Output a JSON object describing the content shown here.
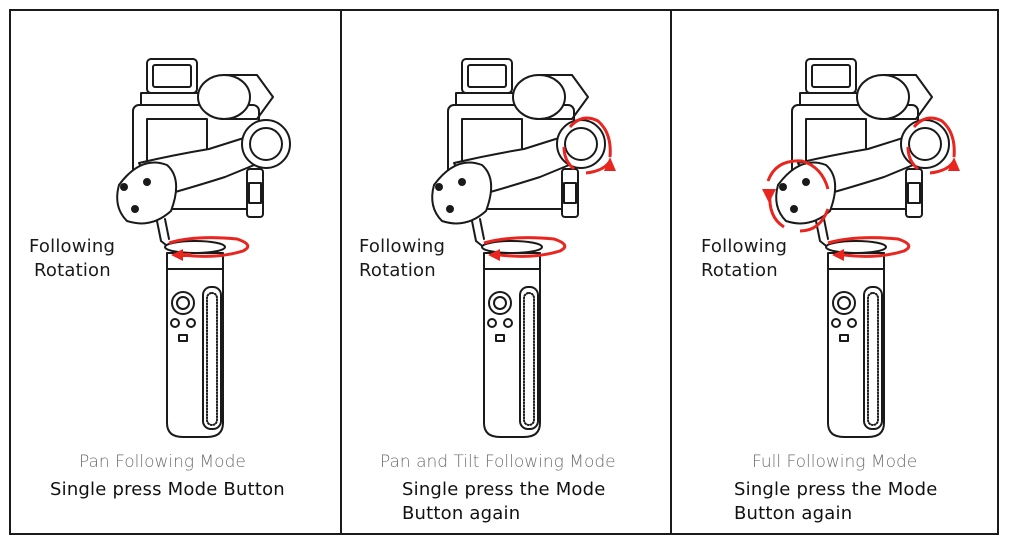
{
  "panels": [
    {
      "following_label": [
        "Following",
        "Rotation"
      ],
      "mode_title": "Pan Following Mode",
      "instruction": "Single press Mode Button"
    },
    {
      "following_label": [
        "Following",
        "Rotation"
      ],
      "mode_title": "Pan and Tilt Following Mode",
      "instruction": "Single press the Mode\nButton again"
    },
    {
      "following_label": [
        "Following",
        "Rotation"
      ],
      "mode_title": "Full Following Mode",
      "instruction": "Single press the Mode\nButton again"
    }
  ],
  "colors": {
    "arrow": "#e8251f",
    "line": "#1a1a1a",
    "mode_title": "#6e6e6e"
  },
  "icons": [
    "gimbal-illustration",
    "pan-rotation-arrow-icon",
    "tilt-rotation-arrow-icon",
    "roll-rotation-arrow-icon"
  ]
}
